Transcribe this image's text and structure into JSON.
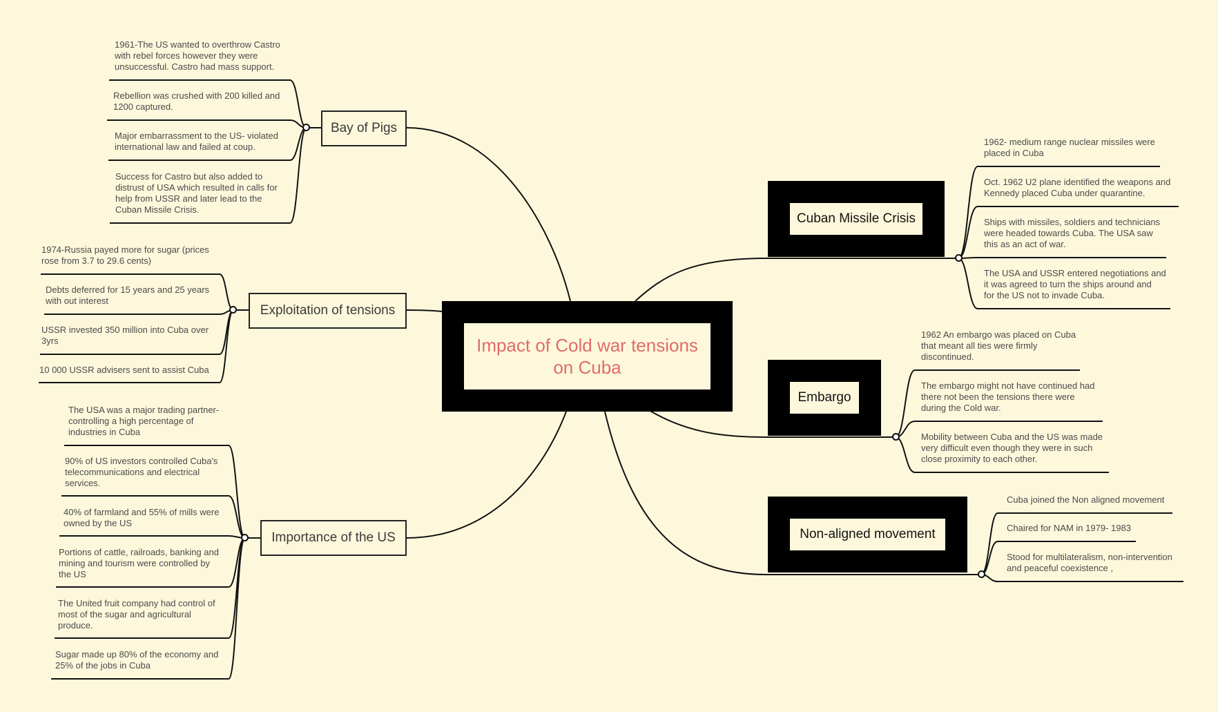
{
  "central": {
    "label": "Impact of Cold war tensions on Cuba"
  },
  "left": [
    {
      "label": "Bay of Pigs",
      "leaves": [
        "1961-The US wanted to overthrow Castro\nwith rebel forces however they were\nunsuccessful. Castro had mass support.",
        "Rebellion was crushed with 200 killed and\n1200 captured.",
        "Major embarrassment to the US- violated\ninternational law and failed at coup.",
        "Success for Castro but also added to\ndistrust of USA which resulted in calls for\nhelp from USSR and later lead to the\nCuban Missile Crisis."
      ]
    },
    {
      "label": "Exploitation of tensions",
      "leaves": [
        "1974-Russia payed more for sugar (prices\nrose from 3.7 to 29.6 cents)",
        "Debts deferred for 15 years and 25 years\nwith out interest",
        "USSR invested 350 million into Cuba over\n3yrs",
        "10 000 USSR advisers sent to assist Cuba"
      ]
    },
    {
      "label": "Importance of the US",
      "leaves": [
        "The USA was a major trading partner-\ncontrolling a high percentage of\nindustries in Cuba",
        "90% of US investors controlled Cuba's\ntelecommunications and electrical\nservices.",
        "40% of farmland and 55% of mills were\nowned by the US",
        "Portions of cattle, railroads, banking and\nmining and tourism were controlled by\nthe US",
        "The United fruit company had control of\nmost of the sugar and agricultural\nproduce.",
        "Sugar made up 80% of the economy and\n25% of the jobs in Cuba"
      ]
    }
  ],
  "right": [
    {
      "label": "Cuban Missile Crisis",
      "leaves": [
        "1962- medium range nuclear missiles were\nplaced in Cuba",
        "Oct. 1962 U2 plane identified the weapons and\nKennedy placed Cuba under quarantine.",
        "Ships with missiles, soldiers and technicians\nwere headed towards Cuba. The USA saw\nthis as an act of war.",
        "The USA and USSR entered negotiations and\nit was agreed to turn the ships around and\nfor the US not to invade Cuba."
      ]
    },
    {
      "label": "Embargo",
      "leaves": [
        "1962 An embargo was placed on Cuba\nthat meant all ties were firmly\ndiscontinued.",
        "The embargo might not have continued had\nthere not been the tensions there were\nduring the Cold war.",
        "Mobility between Cuba and the US was made\nvery difficult even though they were in such\nclose proximity to each other."
      ]
    },
    {
      "label": "Non-aligned movement",
      "leaves": [
        "Cuba joined the Non aligned movement",
        "Chaired for NAM in 1979- 1983",
        "Stood for multilateralism, non-intervention\nand peaceful coexistence ,"
      ]
    }
  ]
}
